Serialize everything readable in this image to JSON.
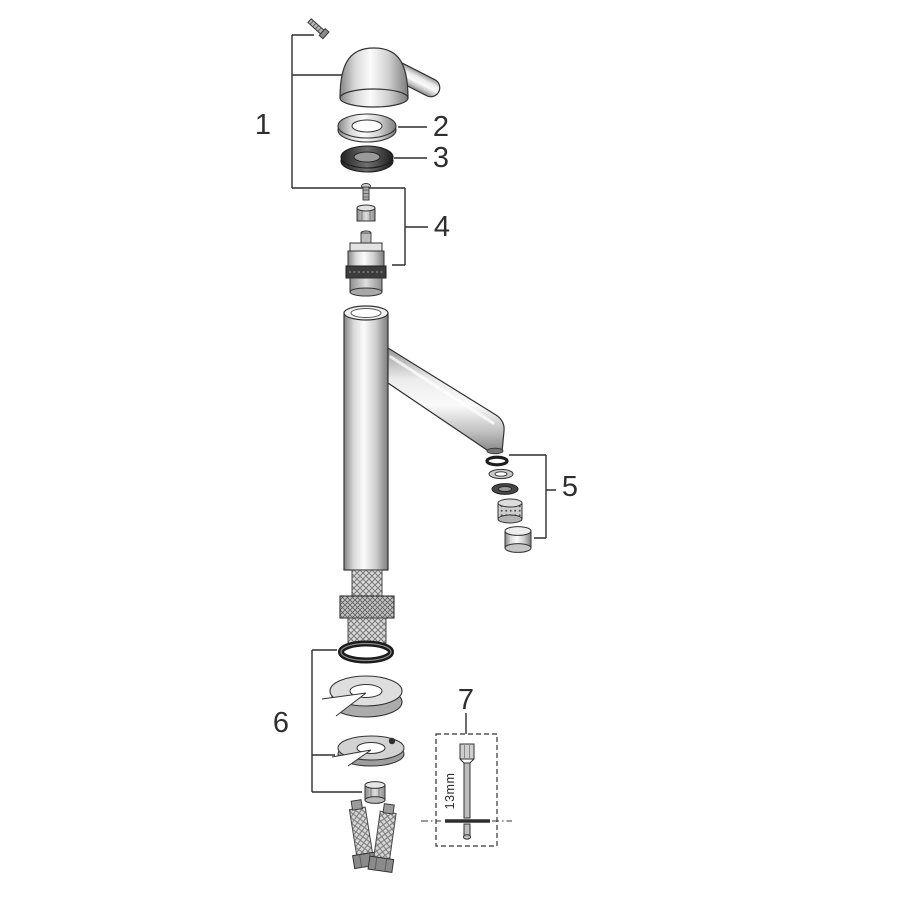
{
  "diagram": {
    "type": "exploded-parts-diagram",
    "subject": "single-lever basin mixer faucet",
    "background_color": "#ffffff",
    "line_color": "#2e2e2e",
    "labels": {
      "p1": "1",
      "p2": "2",
      "p3": "3",
      "p4": "4",
      "p5": "5",
      "p6": "6",
      "p7": "7"
    },
    "tool_size_label": "13mm"
  }
}
